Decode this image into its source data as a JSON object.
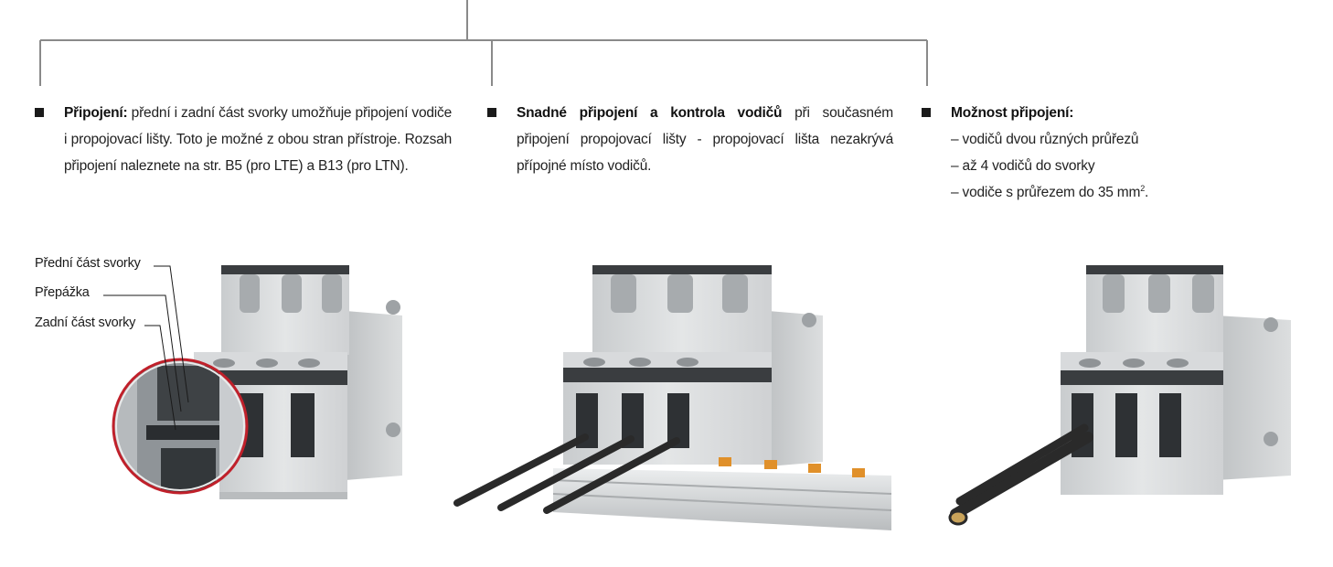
{
  "columns": [
    {
      "title": "Připojení:",
      "text": " přední i zadní část svorky umožňuje připojení vodiče i propojovací lišty. Toto je možné z obou stran přístroje. Rozsah připojení naleznete na str. B5 (pro LTE) a B13 (pro LTN)."
    },
    {
      "title": "Snadné připojení a kontrola vodičů",
      "text": " při současném připojení propojovací lišty - propojovací lišta nezakrývá přípojné místo vodičů."
    },
    {
      "title": "Možnost připojení:",
      "lines": [
        "– vodičů dvou různých průřezů",
        "– až 4 vodičů do svorky",
        "– vodiče s průřezem do 35 mm"
      ],
      "superscript": "2",
      "suffix": "."
    }
  ],
  "labels": {
    "front": "Přední část svorky",
    "partition": "Přepážka",
    "rear": "Zadní část svorky"
  },
  "colors": {
    "tree_line": "#8a8a8a",
    "bullet": "#1a1a1a",
    "device_body": "#d6d8da",
    "device_dark": "#3a3d40",
    "magnifier_ring": "#c0202a",
    "busbar_pin": "#e0902a",
    "wire": "#2a2a2a"
  }
}
